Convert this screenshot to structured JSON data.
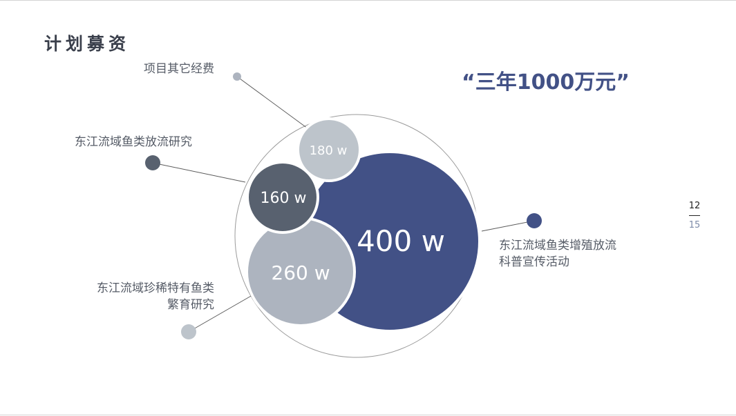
{
  "title": "计划募资",
  "slogan": "“三年1000万元”",
  "bubbles": [
    {
      "id": "promo",
      "label": [
        "东江流域鱼类增殖放流",
        "科普宣传活动"
      ],
      "value_text": "400 w",
      "value": 400,
      "color": "#425186"
    },
    {
      "id": "rare",
      "label": [
        "东江流域珍稀特有鱼类",
        "繁育研究"
      ],
      "value_text": "260 w",
      "value": 260,
      "color": "#adb4bf"
    },
    {
      "id": "release",
      "label": [
        "东江流域鱼类放流研究"
      ],
      "value_text": "160 w",
      "value": 160,
      "color": "#58616f"
    },
    {
      "id": "other",
      "label": [
        "项目其它经费"
      ],
      "value_text": "180 w",
      "value": 180,
      "color": "#bdc4cb"
    }
  ],
  "pager": {
    "current": "12",
    "total": "15"
  }
}
